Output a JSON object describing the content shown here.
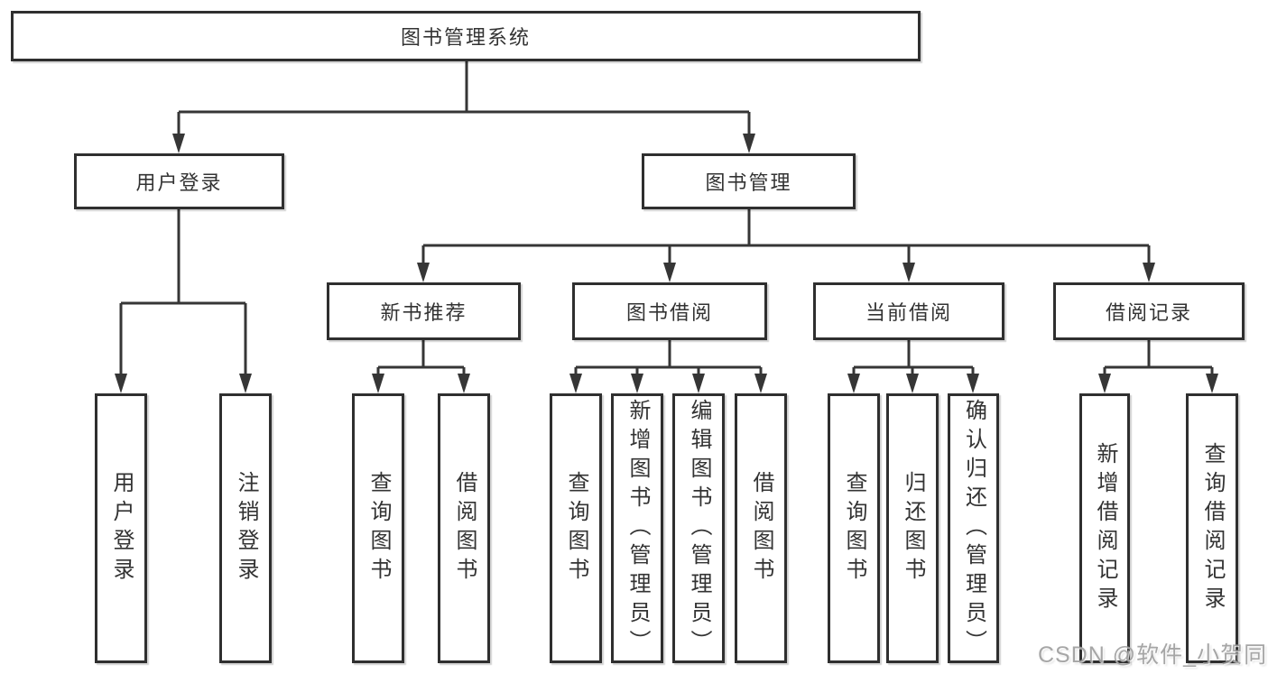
{
  "diagram": {
    "root": {
      "label": "图书管理系统"
    },
    "branches": [
      {
        "label": "用户登录",
        "children": [
          {
            "label": "用户登录"
          },
          {
            "label": "注销登录"
          }
        ]
      },
      {
        "label": "图书管理",
        "children": [
          {
            "label": "新书推荐",
            "children": [
              {
                "label": "查询图书"
              },
              {
                "label": "借阅图书"
              }
            ]
          },
          {
            "label": "图书借阅",
            "children": [
              {
                "label": "查询图书"
              },
              {
                "label": "新增图书（管理员）"
              },
              {
                "label": "编辑图书（管理员）"
              },
              {
                "label": "借阅图书"
              }
            ]
          },
          {
            "label": "当前借阅",
            "children": [
              {
                "label": "查询图书"
              },
              {
                "label": "归还图书"
              },
              {
                "label": "确认归还（管理员）"
              }
            ]
          },
          {
            "label": "借阅记录",
            "children": [
              {
                "label": "新增借阅记录"
              },
              {
                "label": "查询借阅记录"
              }
            ]
          }
        ]
      }
    ]
  },
  "watermark": {
    "text": "CSDN @软件_小贺同学"
  },
  "colors": {
    "background": "#ffffff",
    "box_fill": "#ffffff",
    "box_border": "#2f2f2f",
    "line": "#363636",
    "text": "#333333",
    "watermark": "#969696"
  }
}
